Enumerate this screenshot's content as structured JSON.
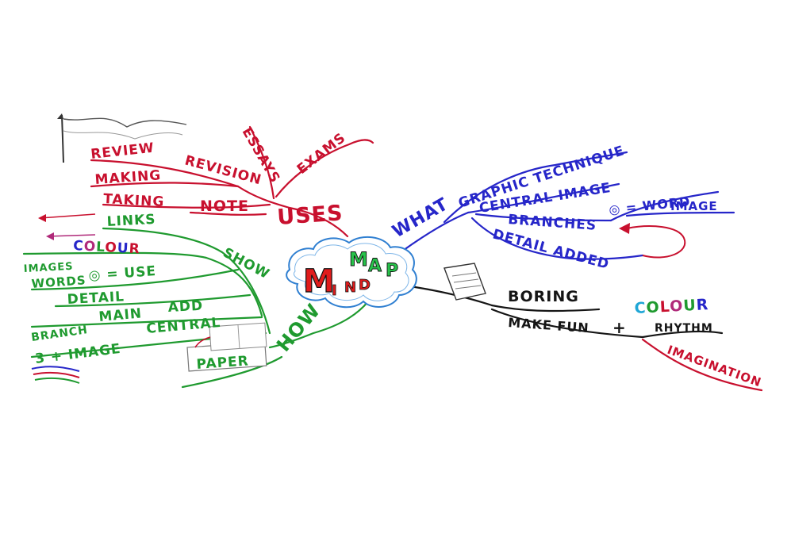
{
  "center": {
    "letters": [
      "M",
      "I",
      "N",
      "D",
      "M",
      "A",
      "P"
    ]
  },
  "uses": {
    "label": "USES",
    "items": [
      "REVIEW",
      "REVISION",
      "ESSAYS",
      "EXAMS",
      "MAKING",
      "TAKING",
      "NOTE"
    ]
  },
  "what": {
    "label": "WHAT",
    "items": [
      "GRAPHIC TECHNIQUE",
      "CENTRAL IMAGE",
      "BRANCHES",
      "◎ = WORD",
      "IMAGE",
      "DETAIL ADDED"
    ]
  },
  "how": {
    "label": "HOW",
    "items": [
      "LINKS",
      "SHOW",
      "COLOUR",
      "IMAGES",
      "WORDS",
      "◎ = USE",
      "DETAIL",
      "BRANCH",
      "MAIN",
      "ADD",
      "3 + IMAGE",
      "CENTRAL",
      "PAPER"
    ]
  },
  "why": {
    "items": [
      "BORING",
      "MAKE FUN",
      "+",
      "COLOUR",
      "RHYTHM",
      "IMAGINATION"
    ],
    "colour_letters": [
      "C",
      "O",
      "L",
      "O",
      "U",
      "R"
    ]
  },
  "colors": {
    "red": "#c8102e",
    "blue": "#2626c9",
    "green": "#1f9a2f",
    "black": "#151515",
    "cyan": "#1fa6d6"
  }
}
